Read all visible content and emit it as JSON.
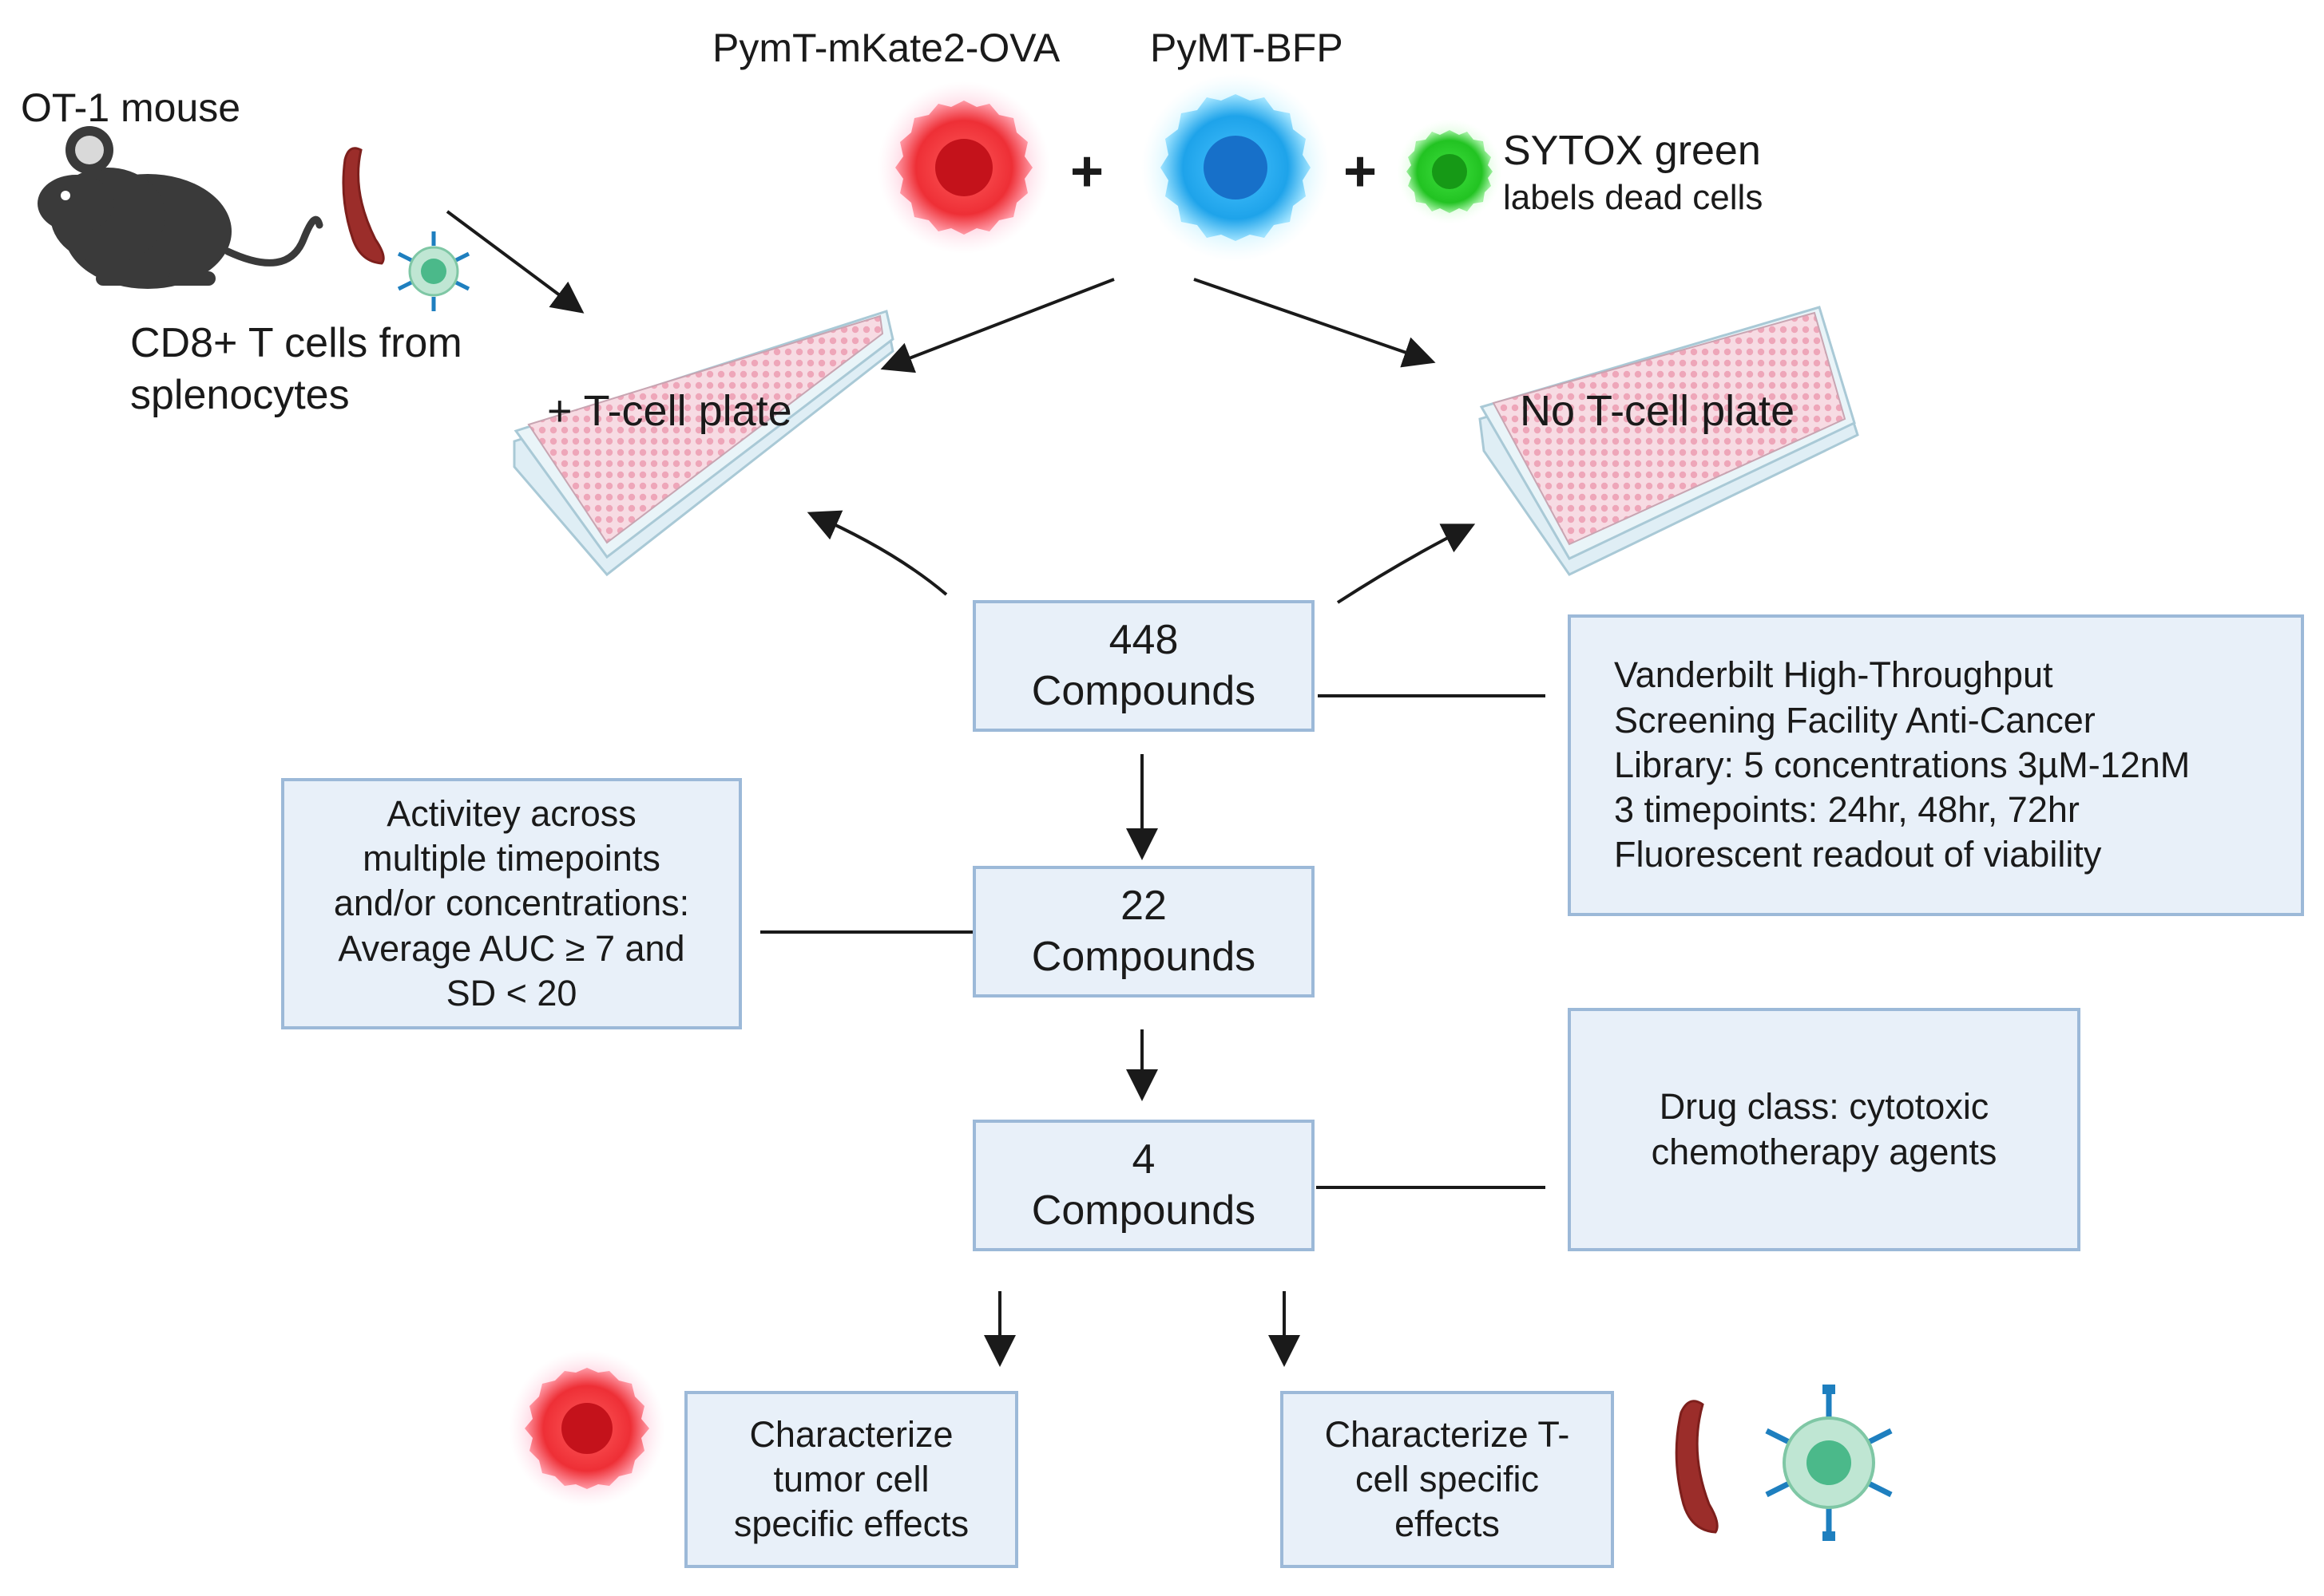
{
  "labels": {
    "mouse": "OT-1 mouse",
    "tcells_line1": "CD8+ T cells from",
    "tcells_line2": "splenocytes",
    "cell_red": "PymT-mKate2-OVA",
    "cell_blue": "PyMT-BFP",
    "plus1": "+",
    "plus2": "+",
    "sytox_title": "SYTOX green",
    "sytox_sub": "labels dead cells"
  },
  "plates": {
    "left": "+ T-cell plate",
    "right": "No T-cell plate"
  },
  "flow": {
    "step1": [
      "448",
      "Compounds"
    ],
    "step2": [
      "22",
      "Compounds"
    ],
    "step3": [
      "4",
      "Compounds"
    ]
  },
  "notes": {
    "library": [
      "Vanderbilt High-Throughput",
      "Screening Facility Anti-Cancer",
      "Library: 5 concentrations 3µM-12nM",
      "3 timepoints: 24hr, 48hr, 72hr",
      "Fluorescent readout of viability"
    ],
    "activity": [
      "Activitey across",
      "multiple timepoints",
      "and/or concentrations:",
      "Average AUC ≥ 7 and",
      "SD < 20"
    ],
    "drug_class": [
      "Drug class: cytotoxic",
      "chemotherapy agents"
    ]
  },
  "outcomes": {
    "tumor": [
      "Characterize",
      "tumor cell",
      "specific effects"
    ],
    "tcell": [
      "Characterize T-",
      "cell specific",
      "effects"
    ]
  },
  "colors": {
    "box_fill": "#e8f0f9",
    "box_border": "#9cb9d8",
    "tumor_red": "#e8333a",
    "bfp_blue": "#29a8ea",
    "sytox_green": "#2ecc2e",
    "tcell_green": "#8fd3b0",
    "spleen": "#9b2d2a",
    "mouse": "#3a3a3a",
    "plate_pink": "#f2b8c6"
  },
  "icons": [
    "mouse-icon",
    "spleen-icon",
    "t-cell-icon",
    "tumor-cell-icon",
    "bfp-cell-icon",
    "sytox-cell-icon",
    "well-plate-icon"
  ]
}
